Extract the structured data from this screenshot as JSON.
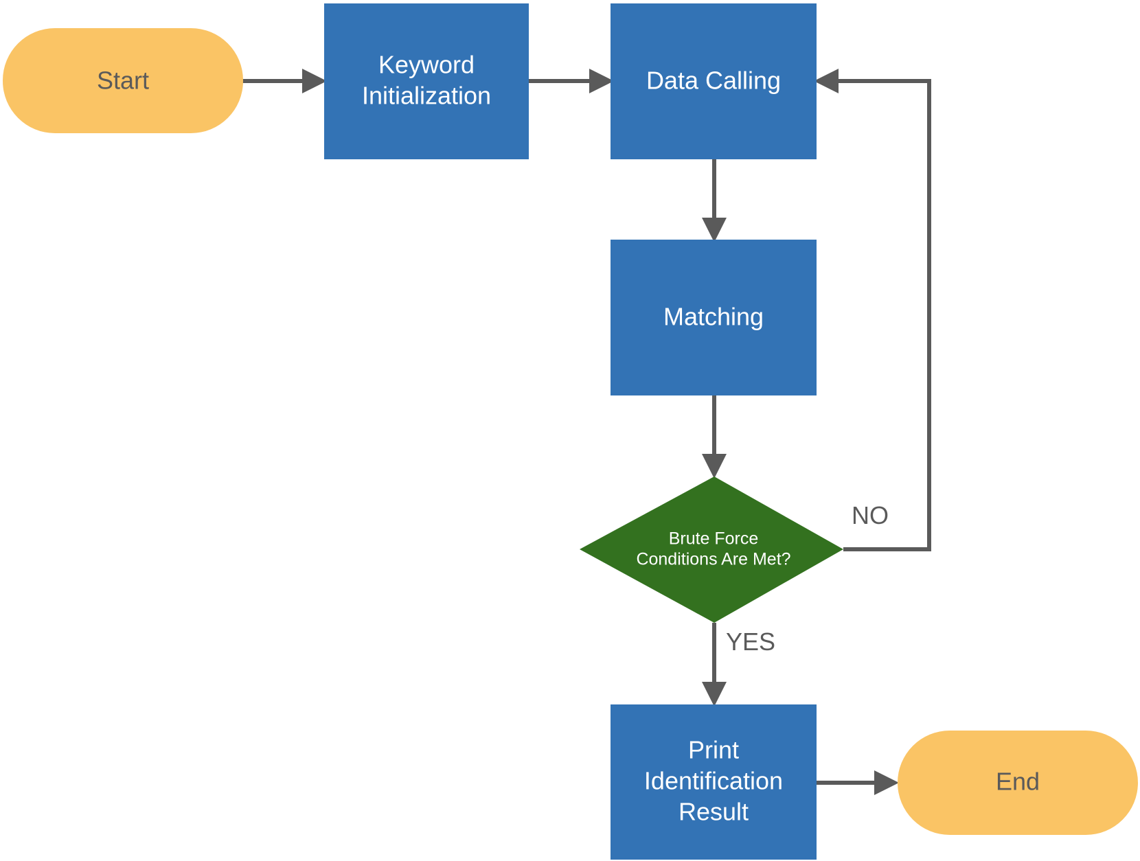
{
  "colors": {
    "terminal_fill": "#FAC465",
    "terminal_text": "#5A5A5A",
    "process_fill": "#3373B5",
    "process_text": "#FFFFFF",
    "decision_fill": "#33711F",
    "decision_text": "#FFFFFF",
    "connector": "#5A5A5A",
    "background": "#FFFFFF"
  },
  "nodes": {
    "start": {
      "label": "Start"
    },
    "keyword_init": {
      "line1": "Keyword",
      "line2": "Initialization"
    },
    "data_calling": {
      "label": "Data Calling"
    },
    "matching": {
      "label": "Matching"
    },
    "decision": {
      "line1": "Brute Force",
      "line2": "Conditions Are Met?"
    },
    "print_result": {
      "line1": "Print",
      "line2": "Identification",
      "line3": "Result"
    },
    "end": {
      "label": "End"
    }
  },
  "edges": {
    "no_label": "NO",
    "yes_label": "YES"
  }
}
